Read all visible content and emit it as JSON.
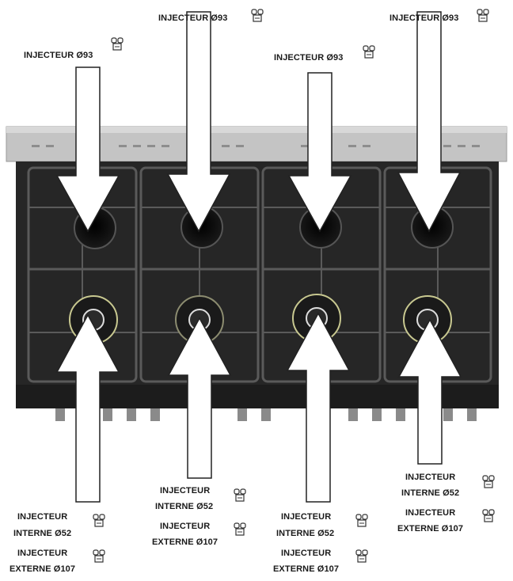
{
  "labels": {
    "top_1": "INJECTEUR Ø93",
    "top_2": "INJECTEUR Ø93",
    "top_3": "INJECTEUR Ø93",
    "top_4": "INJECTEUR Ø93",
    "b1_injecteur": "INJECTEUR",
    "b1_interne": "INTERNE Ø52",
    "b1_injecteur2": "INJECTEUR",
    "b1_externe": "EXTERNE Ø107",
    "b2_injecteur": "INJECTEUR",
    "b2_interne": "INTERNE Ø52",
    "b2_injecteur2": "INJECTEUR",
    "b2_externe": "EXTERNE Ø107",
    "b3_injecteur": "INJECTEUR",
    "b3_interne": "INTERNE Ø52",
    "b3_injecteur2": "INJECTEUR",
    "b3_externe": "EXTERNE Ø107",
    "b4_injecteur": "INJECTEUR",
    "b4_interne": "INTERNE Ø52",
    "b4_injecteur2": "INJECTEUR",
    "b4_externe": "EXTERNE Ø107"
  },
  "colors": {
    "cooktop": "#2b2b2b",
    "grate": "#3a3a3a",
    "backguard": "#bdbdbd",
    "arrow_fill": "#ffffff",
    "arrow_stroke": "#222222",
    "burner_ring": "#c8c890"
  },
  "icons": [
    "injector-icon"
  ]
}
